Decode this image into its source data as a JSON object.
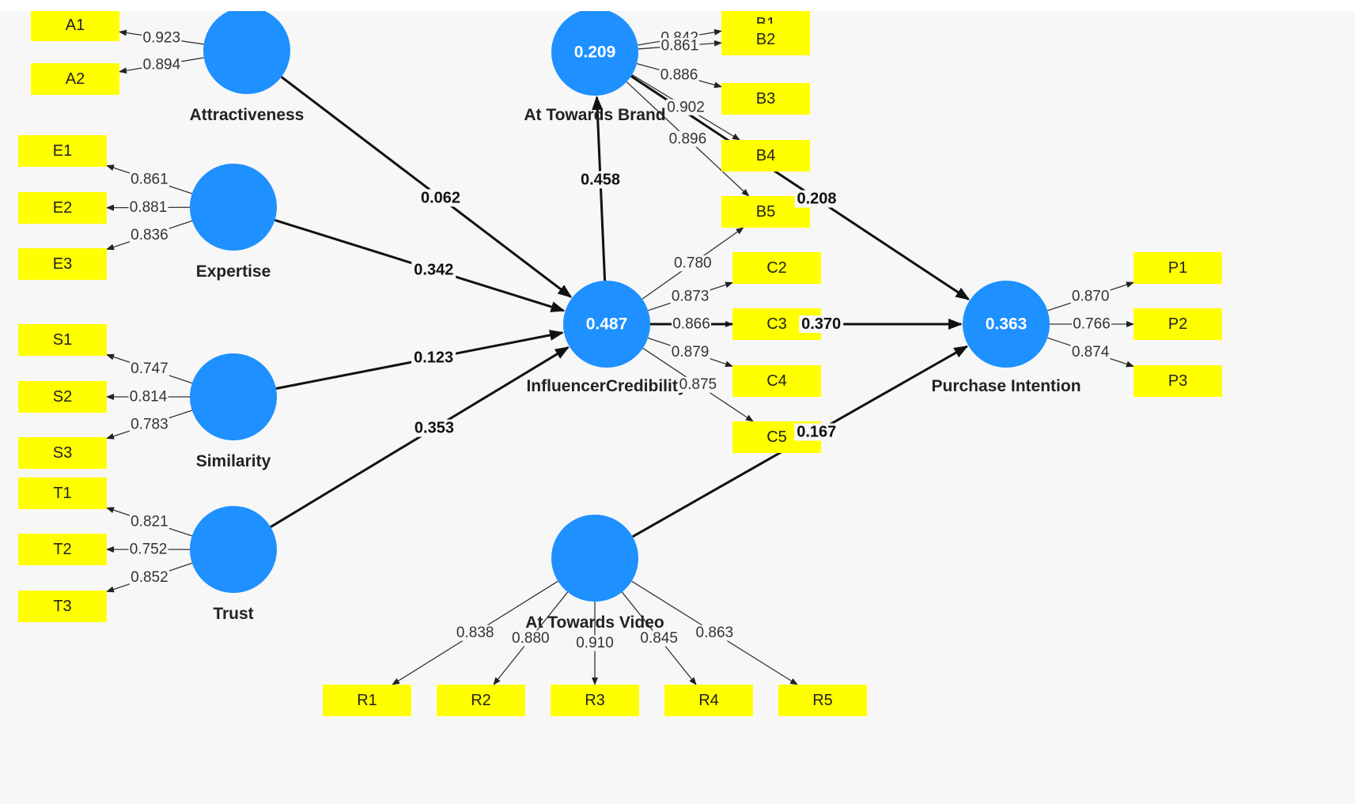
{
  "latents": [
    {
      "id": "ATT",
      "name": "Attractiveness",
      "value": ""
    },
    {
      "id": "EXP",
      "name": "Expertise",
      "value": ""
    },
    {
      "id": "SIM",
      "name": "Similarity",
      "value": ""
    },
    {
      "id": "TRU",
      "name": "Trust",
      "value": ""
    },
    {
      "id": "ATB",
      "name": "At Towards Brand",
      "value": "0.209"
    },
    {
      "id": "IC",
      "name": "InfluencerCredibility",
      "value": "0.487"
    },
    {
      "id": "PI",
      "name": "Purchase Intention",
      "value": "0.363"
    },
    {
      "id": "ATV",
      "name": "At Towards Video",
      "value": ""
    }
  ],
  "indicators": [
    {
      "id": "A1",
      "label": "A1"
    },
    {
      "id": "A2",
      "label": "A2"
    },
    {
      "id": "E1",
      "label": "E1"
    },
    {
      "id": "E2",
      "label": "E2"
    },
    {
      "id": "E3",
      "label": "E3"
    },
    {
      "id": "S1",
      "label": "S1"
    },
    {
      "id": "S2",
      "label": "S2"
    },
    {
      "id": "S3",
      "label": "S3"
    },
    {
      "id": "T1",
      "label": "T1"
    },
    {
      "id": "T2",
      "label": "T2"
    },
    {
      "id": "T3",
      "label": "T3"
    },
    {
      "id": "B1",
      "label": "B1"
    },
    {
      "id": "B2",
      "label": "B2"
    },
    {
      "id": "B3",
      "label": "B3"
    },
    {
      "id": "B4",
      "label": "B4"
    },
    {
      "id": "B5",
      "label": "B5"
    },
    {
      "id": "C2",
      "label": "C2"
    },
    {
      "id": "C3",
      "label": "C3"
    },
    {
      "id": "C4",
      "label": "C4"
    },
    {
      "id": "C5",
      "label": "C5"
    },
    {
      "id": "P1",
      "label": "P1"
    },
    {
      "id": "P2",
      "label": "P2"
    },
    {
      "id": "P3",
      "label": "P3"
    },
    {
      "id": "R1",
      "label": "R1"
    },
    {
      "id": "R2",
      "label": "R2"
    },
    {
      "id": "R3",
      "label": "R3"
    },
    {
      "id": "R4",
      "label": "R4"
    },
    {
      "id": "R5",
      "label": "R5"
    }
  ],
  "loadings": [
    {
      "latent": "ATT",
      "indicator": "A1",
      "value": "0.923"
    },
    {
      "latent": "ATT",
      "indicator": "A2",
      "value": "0.894"
    },
    {
      "latent": "EXP",
      "indicator": "E1",
      "value": "0.861"
    },
    {
      "latent": "EXP",
      "indicator": "E2",
      "value": "0.881"
    },
    {
      "latent": "EXP",
      "indicator": "E3",
      "value": "0.836"
    },
    {
      "latent": "SIM",
      "indicator": "S1",
      "value": "0.747"
    },
    {
      "latent": "SIM",
      "indicator": "S2",
      "value": "0.814"
    },
    {
      "latent": "SIM",
      "indicator": "S3",
      "value": "0.783"
    },
    {
      "latent": "TRU",
      "indicator": "T1",
      "value": "0.821"
    },
    {
      "latent": "TRU",
      "indicator": "T2",
      "value": "0.752"
    },
    {
      "latent": "TRU",
      "indicator": "T3",
      "value": "0.852"
    },
    {
      "latent": "ATB",
      "indicator": "B1",
      "value": "0.842"
    },
    {
      "latent": "ATB",
      "indicator": "B2",
      "value": "0.861"
    },
    {
      "latent": "ATB",
      "indicator": "B3",
      "value": "0.886"
    },
    {
      "latent": "ATB",
      "indicator": "B4",
      "value": "0.902"
    },
    {
      "latent": "ATB",
      "indicator": "B5",
      "value": "0.896"
    },
    {
      "latent": "IC",
      "indicator": "B5",
      "value": "0.780"
    },
    {
      "latent": "IC",
      "indicator": "C2",
      "value": "0.873"
    },
    {
      "latent": "IC",
      "indicator": "C3",
      "value": "0.866"
    },
    {
      "latent": "IC",
      "indicator": "C4",
      "value": "0.879"
    },
    {
      "latent": "IC",
      "indicator": "C5",
      "value": "0.875"
    },
    {
      "latent": "PI",
      "indicator": "P1",
      "value": "0.870"
    },
    {
      "latent": "PI",
      "indicator": "P2",
      "value": "0.766"
    },
    {
      "latent": "PI",
      "indicator": "P3",
      "value": "0.874"
    },
    {
      "latent": "ATV",
      "indicator": "R1",
      "value": "0.838"
    },
    {
      "latent": "ATV",
      "indicator": "R2",
      "value": "0.880"
    },
    {
      "latent": "ATV",
      "indicator": "R3",
      "value": "0.910"
    },
    {
      "latent": "ATV",
      "indicator": "R4",
      "value": "0.845"
    },
    {
      "latent": "ATV",
      "indicator": "R5",
      "value": "0.863"
    }
  ],
  "paths": [
    {
      "from": "ATT",
      "to": "IC",
      "value": "0.062"
    },
    {
      "from": "EXP",
      "to": "IC",
      "value": "0.342"
    },
    {
      "from": "SIM",
      "to": "IC",
      "value": "0.123"
    },
    {
      "from": "TRU",
      "to": "IC",
      "value": "0.353"
    },
    {
      "from": "IC",
      "to": "ATB",
      "value": "0.458"
    },
    {
      "from": "ATB",
      "to": "PI",
      "value": "0.208"
    },
    {
      "from": "IC",
      "to": "PI",
      "value": "0.370"
    },
    {
      "from": "ATV",
      "to": "PI",
      "value": "0.167"
    }
  ],
  "colors": {
    "latent": "#1e90ff",
    "indicator": "#ffff00",
    "line": "#111111"
  }
}
